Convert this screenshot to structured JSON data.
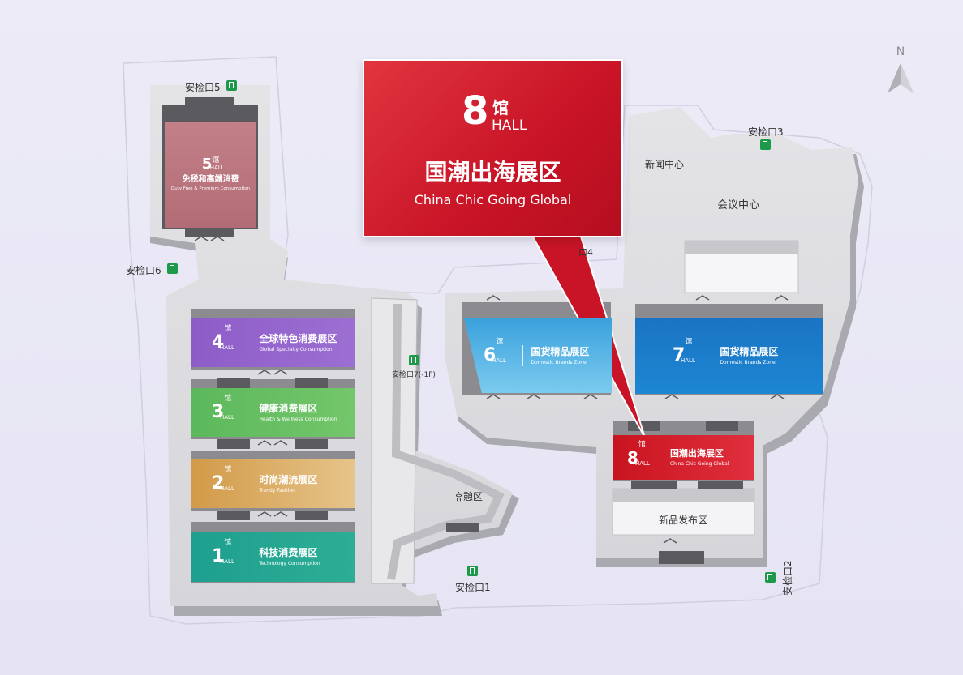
{
  "callout": {
    "num": "8",
    "guan": "馆",
    "hall": "HALL",
    "zh": "国潮出海展区",
    "en": "China Chic Going Global"
  },
  "halls": [
    {
      "num": "5",
      "guan": "馆",
      "hall": "HALL",
      "zh": "免税和高端消费",
      "en": "Duty Free & Premium Consumption",
      "color": "#b8707a"
    },
    {
      "num": "4",
      "guan": "馆",
      "hall": "HALL",
      "zh": "全球特色消费展区",
      "en": "Global Specialty Consumption",
      "color": "#8e5cc8"
    },
    {
      "num": "3",
      "guan": "馆",
      "hall": "HALL",
      "zh": "健康消费展区",
      "en": "Health & Wellness Consumption",
      "color": "#5cb85c"
    },
    {
      "num": "2",
      "guan": "馆",
      "hall": "HALL",
      "zh": "时尚潮流展区",
      "en": "Trendy Fashion",
      "color": "#d4a85a"
    },
    {
      "num": "1",
      "guan": "馆",
      "hall": "HALL",
      "zh": "科技消费展区",
      "en": "Technology Consumption",
      "color": "#1e9f8f"
    },
    {
      "num": "6",
      "guan": "馆",
      "hall": "HALL",
      "zh": "国货精品展区",
      "en": "Domestic Brands Zone",
      "color": "#4aaee0"
    },
    {
      "num": "7",
      "guan": "馆",
      "hall": "HALL",
      "zh": "国货精品展区",
      "en": "Domestic Brands Zone",
      "color": "#1a78c8"
    },
    {
      "num": "8",
      "guan": "馆",
      "hall": "HALL",
      "zh": "国潮出海展区",
      "en": "China Chic Going Global",
      "color": "#d0202e"
    }
  ],
  "labels": {
    "gate5": "安检口5",
    "gate6": "安检口6",
    "gate3": "安检口3",
    "gate7": "安检口7(-1F)",
    "gate1": "安检口1",
    "gate2": "安检口2",
    "press": "新闻中心",
    "conference": "会议中心",
    "launch": "新品发布区",
    "rest": "휴憩区",
    "gate4_partial": "口4"
  },
  "compass": {
    "north": "N"
  },
  "colors": {
    "floor": "#dcdcdf",
    "wall": "#a8a8ae",
    "exit": "#1c9a4a",
    "callout": "#c81426"
  }
}
